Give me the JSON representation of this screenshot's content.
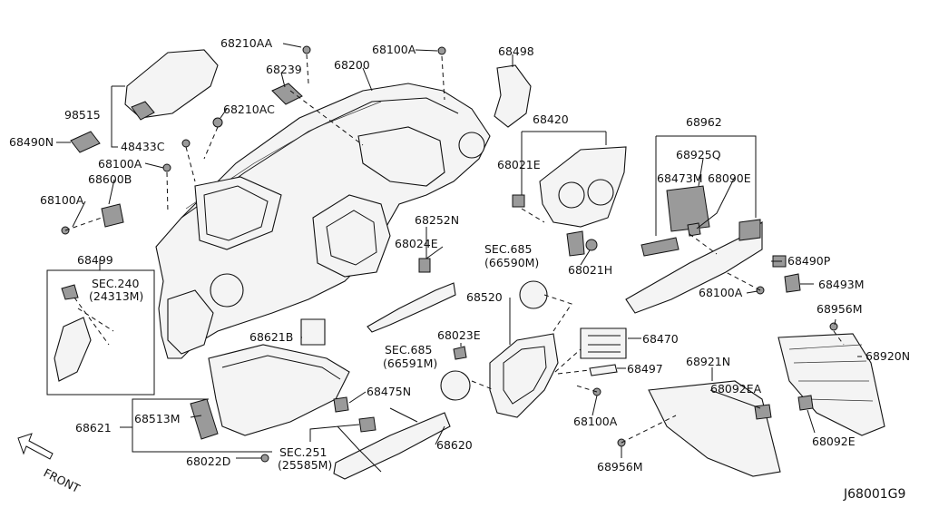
{
  "diagram_code": "J68001G9",
  "direction_label": "FRONT",
  "part_labels": {
    "p68210AA": "68210AA",
    "p68239": "68239",
    "p68200": "68200",
    "p68100A_top": "68100A",
    "p68498": "68498",
    "p98515": "98515",
    "p68210AC": "68210AC",
    "p68490N": "68490N",
    "p48433C": "48433C",
    "p68100A_left": "68100A",
    "p68600B": "68600B",
    "p68100A_left2": "68100A",
    "p68420": "68420",
    "p68962": "68962",
    "p68021E": "68021E",
    "p68925Q": "68925Q",
    "p68473M": "68473M",
    "p68090E": "68090E",
    "p68252N": "68252N",
    "p68024E": "68024E",
    "p68499": "68499",
    "sec685_a_title": "SEC.685",
    "sec685_a_code": "(66590M)",
    "p68021H": "68021H",
    "p68490P": "68490P",
    "p68493M": "68493M",
    "p68100A_right": "68100A",
    "sec240_title": "SEC.240",
    "sec240_code": "(24313M)",
    "p68520": "68520",
    "p68956M_right": "68956M",
    "p68621B": "68621B",
    "p68023E": "68023E",
    "p68470": "68470",
    "p68920N": "68920N",
    "sec685_b_title": "SEC.685",
    "sec685_b_code": "(66591M)",
    "p68497": "68497",
    "p68921N": "68921N",
    "p68475N": "68475N",
    "p68092EA": "68092EA",
    "p68621": "68621",
    "p68513M": "68513M",
    "p68100A_bottom": "68100A",
    "p68620": "68620",
    "p68092E": "68092E",
    "sec251_title": "SEC.251",
    "sec251_code": "(25585M)",
    "p68022D": "68022D",
    "p68956M_bottom": "68956M"
  }
}
